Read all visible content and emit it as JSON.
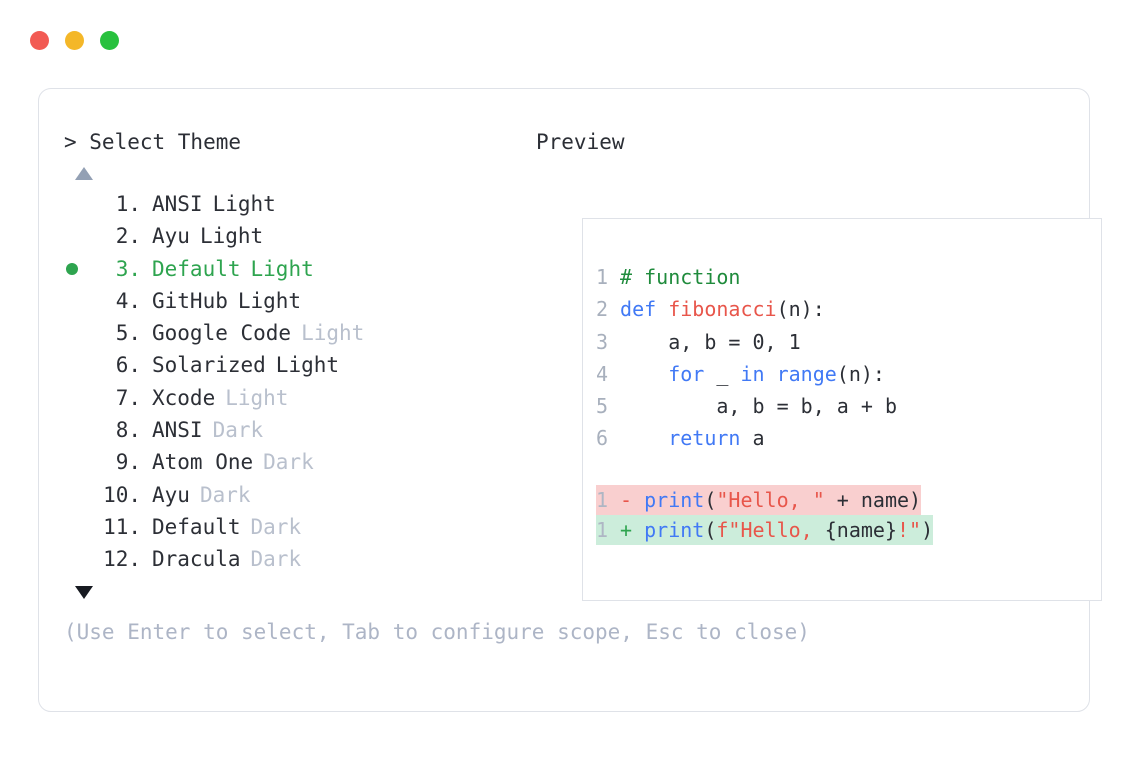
{
  "window": {
    "controls": [
      {
        "name": "close-button",
        "color": "#f25a53"
      },
      {
        "name": "minimize-button",
        "color": "#f4b728"
      },
      {
        "name": "maximize-button",
        "color": "#28c13e"
      }
    ]
  },
  "left": {
    "prompt_title": "> Select Theme",
    "scroll_up": "▲",
    "scroll_down": "▼",
    "selected_index": 3,
    "bullet_color": "#2ea44f",
    "themes": [
      {
        "index": "1.",
        "name": "ANSI",
        "suffix": "Light",
        "suffix_muted": false,
        "selected": false
      },
      {
        "index": "2.",
        "name": "Ayu",
        "suffix": "Light",
        "suffix_muted": false,
        "selected": false
      },
      {
        "index": "3.",
        "name": "Default",
        "suffix": "Light",
        "suffix_muted": false,
        "selected": true
      },
      {
        "index": "4.",
        "name": "GitHub",
        "suffix": "Light",
        "suffix_muted": false,
        "selected": false
      },
      {
        "index": "5.",
        "name": "Google Code",
        "suffix": "Light",
        "suffix_muted": true,
        "selected": false
      },
      {
        "index": "6.",
        "name": "Solarized",
        "suffix": "Light",
        "suffix_muted": false,
        "selected": false
      },
      {
        "index": "7.",
        "name": "Xcode",
        "suffix": "Light",
        "suffix_muted": true,
        "selected": false
      },
      {
        "index": "8.",
        "name": "ANSI",
        "suffix": "Dark",
        "suffix_muted": true,
        "selected": false
      },
      {
        "index": "9.",
        "name": "Atom One",
        "suffix": "Dark",
        "suffix_muted": true,
        "selected": false
      },
      {
        "index": "10.",
        "name": "Ayu",
        "suffix": "Dark",
        "suffix_muted": true,
        "selected": false
      },
      {
        "index": "11.",
        "name": "Default",
        "suffix": "Dark",
        "suffix_muted": true,
        "selected": false
      },
      {
        "index": "12.",
        "name": "Dracula",
        "suffix": "Dark",
        "suffix_muted": true,
        "selected": false
      }
    ],
    "hint": "(Use Enter to select, Tab to configure scope, Esc to close)"
  },
  "right": {
    "preview_title": "Preview",
    "code_lines": [
      {
        "no": "1",
        "tokens": [
          {
            "t": "# function",
            "c": "comment"
          }
        ]
      },
      {
        "no": "2",
        "tokens": [
          {
            "t": "def ",
            "c": "keyword"
          },
          {
            "t": "fibonacci",
            "c": "func"
          },
          {
            "t": "(n):",
            "c": "plain"
          }
        ]
      },
      {
        "no": "3",
        "tokens": [
          {
            "t": "    a, b = 0, 1",
            "c": "plain"
          }
        ]
      },
      {
        "no": "4",
        "tokens": [
          {
            "t": "    ",
            "c": "plain"
          },
          {
            "t": "for",
            "c": "keyword"
          },
          {
            "t": " _ ",
            "c": "plain"
          },
          {
            "t": "in range",
            "c": "keyword"
          },
          {
            "t": "(n):",
            "c": "plain"
          }
        ]
      },
      {
        "no": "5",
        "tokens": [
          {
            "t": "        a, b = b, a + b",
            "c": "plain"
          }
        ]
      },
      {
        "no": "6",
        "tokens": [
          {
            "t": "    ",
            "c": "plain"
          },
          {
            "t": "return",
            "c": "keyword"
          },
          {
            "t": " a",
            "c": "plain"
          }
        ]
      }
    ],
    "diff_lines": [
      {
        "no": "1",
        "kind": "del",
        "marker": "-",
        "background": "#f9cfcf",
        "tokens": [
          {
            "t": "print",
            "c": "keyword"
          },
          {
            "t": "(",
            "c": "plain"
          },
          {
            "t": "\"Hello, \"",
            "c": "string"
          },
          {
            "t": " + name)",
            "c": "plain"
          }
        ]
      },
      {
        "no": "1",
        "kind": "add",
        "marker": "+",
        "background": "#cceddb",
        "tokens": [
          {
            "t": "print",
            "c": "keyword"
          },
          {
            "t": "(",
            "c": "plain"
          },
          {
            "t": "f\"Hello, ",
            "c": "string"
          },
          {
            "t": "{name}",
            "c": "plain"
          },
          {
            "t": "!\"",
            "c": "string"
          },
          {
            "t": ")",
            "c": "plain"
          }
        ]
      }
    ]
  }
}
